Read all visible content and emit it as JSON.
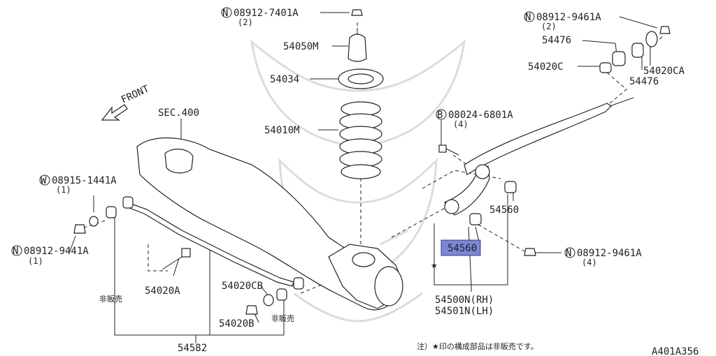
{
  "parts": {
    "p1": {
      "prefix": "N",
      "number": "08912-7401A",
      "qty": "(2)"
    },
    "p2": {
      "number": "54050M"
    },
    "p3": {
      "number": "54034"
    },
    "p4": {
      "number": "54010M"
    },
    "p5": {
      "prefix": "N",
      "number": "08912-9461A",
      "qty": "(2)"
    },
    "p6": {
      "number": "54476"
    },
    "p7": {
      "number": "54020C"
    },
    "p8": {
      "number": "54020CA"
    },
    "p9": {
      "number": "54476"
    },
    "p10": {
      "prefix": "B",
      "number": "08024-6801A",
      "qty": "(4)"
    },
    "p11": {
      "number": "SEC.400"
    },
    "p12": {
      "prefix": "W",
      "number": "08915-1441A",
      "qty": "(1)"
    },
    "p13": {
      "prefix": "N",
      "number": "08912-9441A",
      "qty": "(1)"
    },
    "p14": {
      "number": "54560"
    },
    "p15": {
      "number": "54560"
    },
    "p16": {
      "prefix": "N",
      "number": "08912-9461A",
      "qty": "(4)"
    },
    "p17": {
      "number": "54020A"
    },
    "p18": {
      "number": "54020CB"
    },
    "p19": {
      "number": "54020B"
    },
    "p20": {
      "number": "54500N(RH)"
    },
    "p21": {
      "number": "54501N(LH)"
    },
    "p22": {
      "number": "54582"
    }
  },
  "front_label": "FRONT",
  "not_sold_label_1": "非販売",
  "not_sold_label_2": "非販売",
  "star_mark": "★",
  "footnote": "注）★印の構成部品は非販売です。",
  "figure_code": "A401A356",
  "highlighted_part": "54560",
  "colors": {
    "highlight": "#7b86d6",
    "ink": "#222222",
    "watermark": "#dcdcdc"
  }
}
